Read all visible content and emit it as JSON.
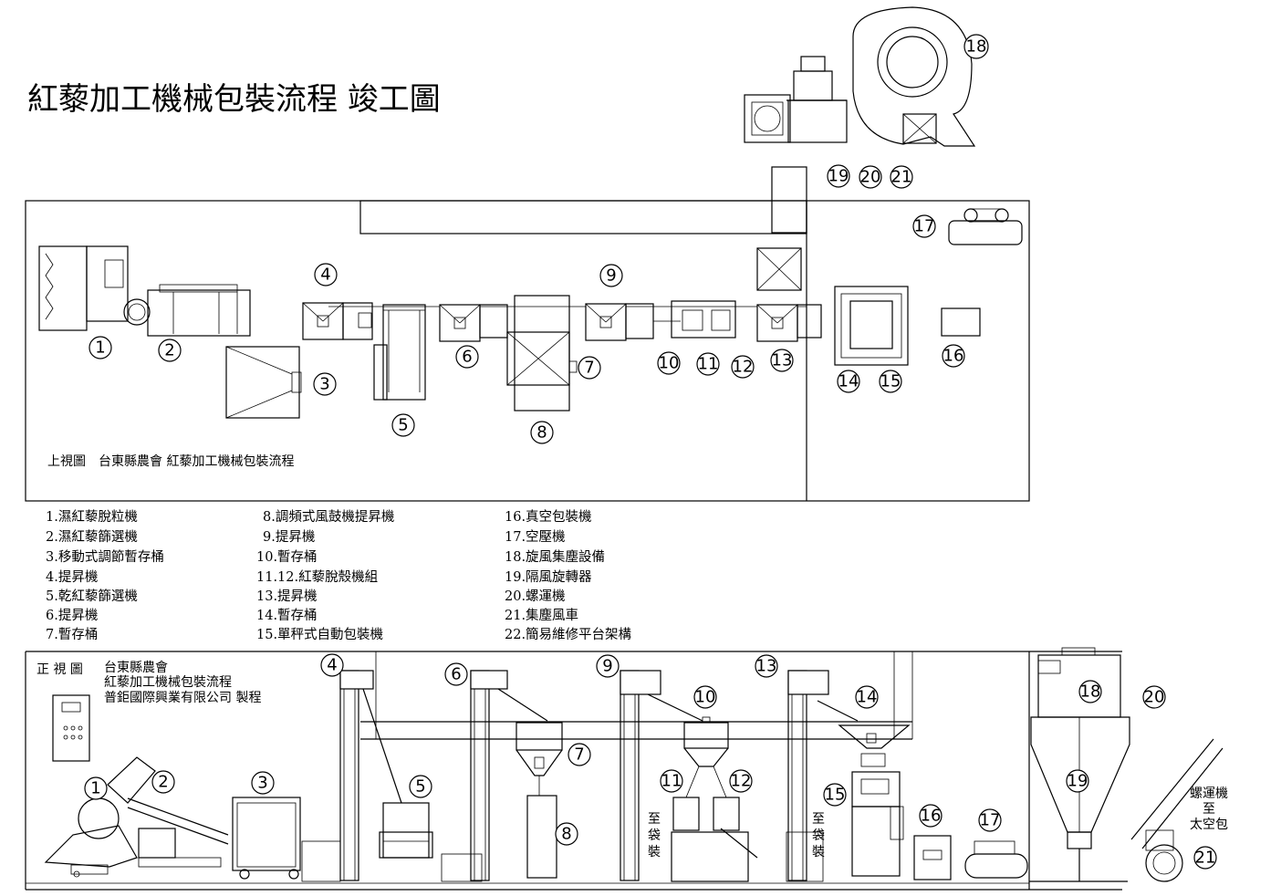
{
  "title": "紅藜加工機械包裝流程 竣工圖",
  "plan_view": {
    "caption": "上視圖　台東縣農會 紅藜加工機械包裝流程"
  },
  "front_view": {
    "caption_label": "正 視 圖",
    "caption_org": "台東縣農會",
    "caption_line2": "紅藜加工機械包裝流程",
    "caption_line3": "普鉅國際興業有限公司 製程",
    "to_bag_a": [
      "至",
      "袋",
      "裝"
    ],
    "to_bag_b": [
      "至",
      "袋",
      "裝"
    ],
    "screw_note": [
      "螺運機",
      "至",
      "太空包"
    ]
  },
  "legend": {
    "col1": [
      "1.濕紅藜脫粒機",
      "2.濕紅藜篩選機",
      "3.移動式調節暫存桶",
      "4.提昇機",
      "5.乾紅藜篩選機",
      "6.提昇機",
      "7.暫存桶"
    ],
    "col2": [
      "8.調頻式風鼓機提昇機",
      "9.提昇機",
      "10.暫存桶",
      "11.12.紅藜脫殼機組",
      "13.提昇機",
      "14.暫存桶",
      "15.單秤式自動包裝機"
    ],
    "col3": [
      "16.真空包裝機",
      "17.空壓機",
      "18.旋風集塵設備",
      "19.隔風旋轉器",
      "20.螺運機",
      "21.集塵風車",
      "22.簡易維修平台架構"
    ]
  },
  "markers": {
    "top_18": "18",
    "top_19": "19",
    "top_20": "20",
    "top_21": "21",
    "p1": "1",
    "p2": "2",
    "p3": "3",
    "p4": "4",
    "p5": "5",
    "p6": "6",
    "p7": "7",
    "p8": "8",
    "p9": "9",
    "p10": "10",
    "p11": "11",
    "p12": "12",
    "p13": "13",
    "p14": "14",
    "p15": "15",
    "p16": "16",
    "p17": "17",
    "f1": "1",
    "f2": "2",
    "f3": "3",
    "f4": "4",
    "f5": "5",
    "f6": "6",
    "f7": "7",
    "f8": "8",
    "f9": "9",
    "f10": "10",
    "f11": "11",
    "f12": "12",
    "f13": "13",
    "f14": "14",
    "f15": "15",
    "f16": "16",
    "f17": "17",
    "f18": "18",
    "f19": "19",
    "f20": "20",
    "f21": "21"
  }
}
